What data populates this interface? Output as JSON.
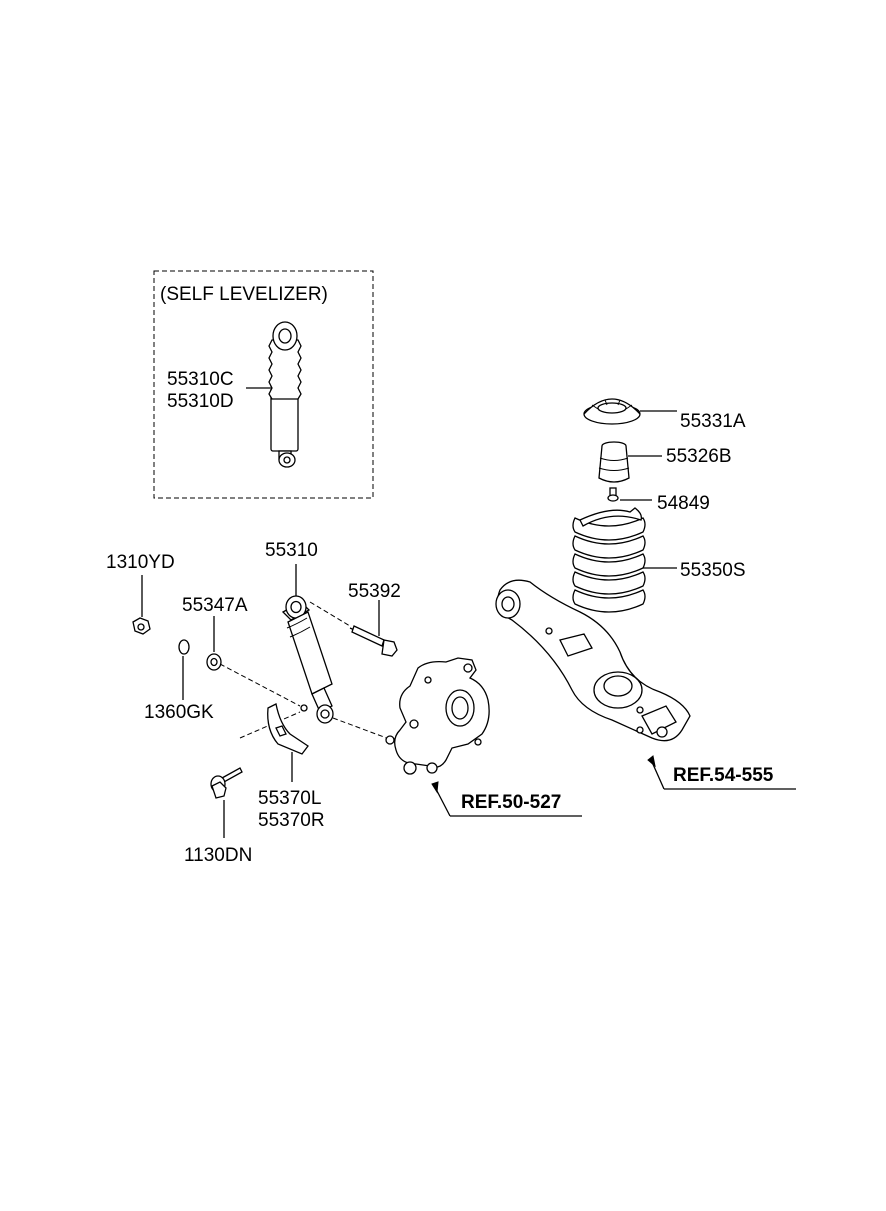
{
  "group": {
    "title": "(SELF LEVELIZER)"
  },
  "labels": {
    "p55310C": "55310C",
    "p55310D": "55310D",
    "p55331A": "55331A",
    "p55326B": "55326B",
    "p54849": "54849",
    "p55350S": "55350S",
    "p1310YD": "1310YD",
    "p55310": "55310",
    "p55392": "55392",
    "p55347A": "55347A",
    "p1360GK": "1360GK",
    "p55370L": "55370L",
    "p55370R": "55370R",
    "p1130DN": "1130DN"
  },
  "refs": {
    "knuckle": "REF.50-527",
    "arm": "REF.54-555"
  }
}
